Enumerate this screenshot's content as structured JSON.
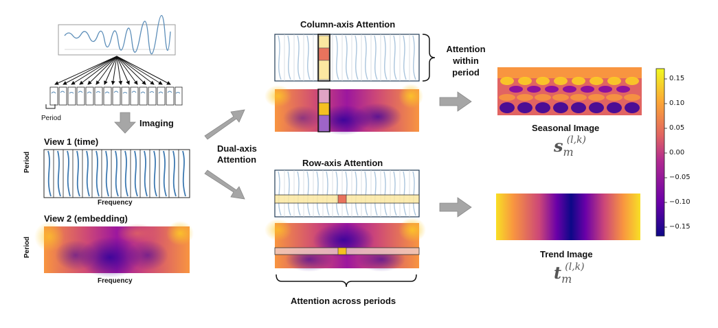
{
  "labels": {
    "period": "Period",
    "imaging": "Imaging",
    "view1": "View 1 (time)",
    "view2": "View 2 (embedding)",
    "period_axis": "Period",
    "frequency_axis": "Frequency",
    "dual_axis_1": "Dual-axis",
    "dual_axis_2": "Attention",
    "column_attention": "Column-axis Attention",
    "row_attention": "Row-axis Attention",
    "attention_within_1": "Attention",
    "attention_within_2": "within",
    "attention_within_3": "period",
    "attention_across": "Attention across periods",
    "seasonal_image": "Seasonal Image",
    "trend_image": "Trend Image",
    "seasonal_symbol": "s",
    "trend_symbol": "t",
    "superscript": "(l,k)",
    "subscript": "m"
  },
  "colorbar": {
    "ticks": [
      "0.15",
      "0.10",
      "0.05",
      "0.00",
      "−0.05",
      "−0.10",
      "−0.15"
    ]
  },
  "colors": {
    "line": "#5b8db8",
    "arrow": "#a6a6a6",
    "plasma_low": "#0d0887",
    "plasma_mid": "#cc4778",
    "plasma_high": "#f0f921"
  }
}
